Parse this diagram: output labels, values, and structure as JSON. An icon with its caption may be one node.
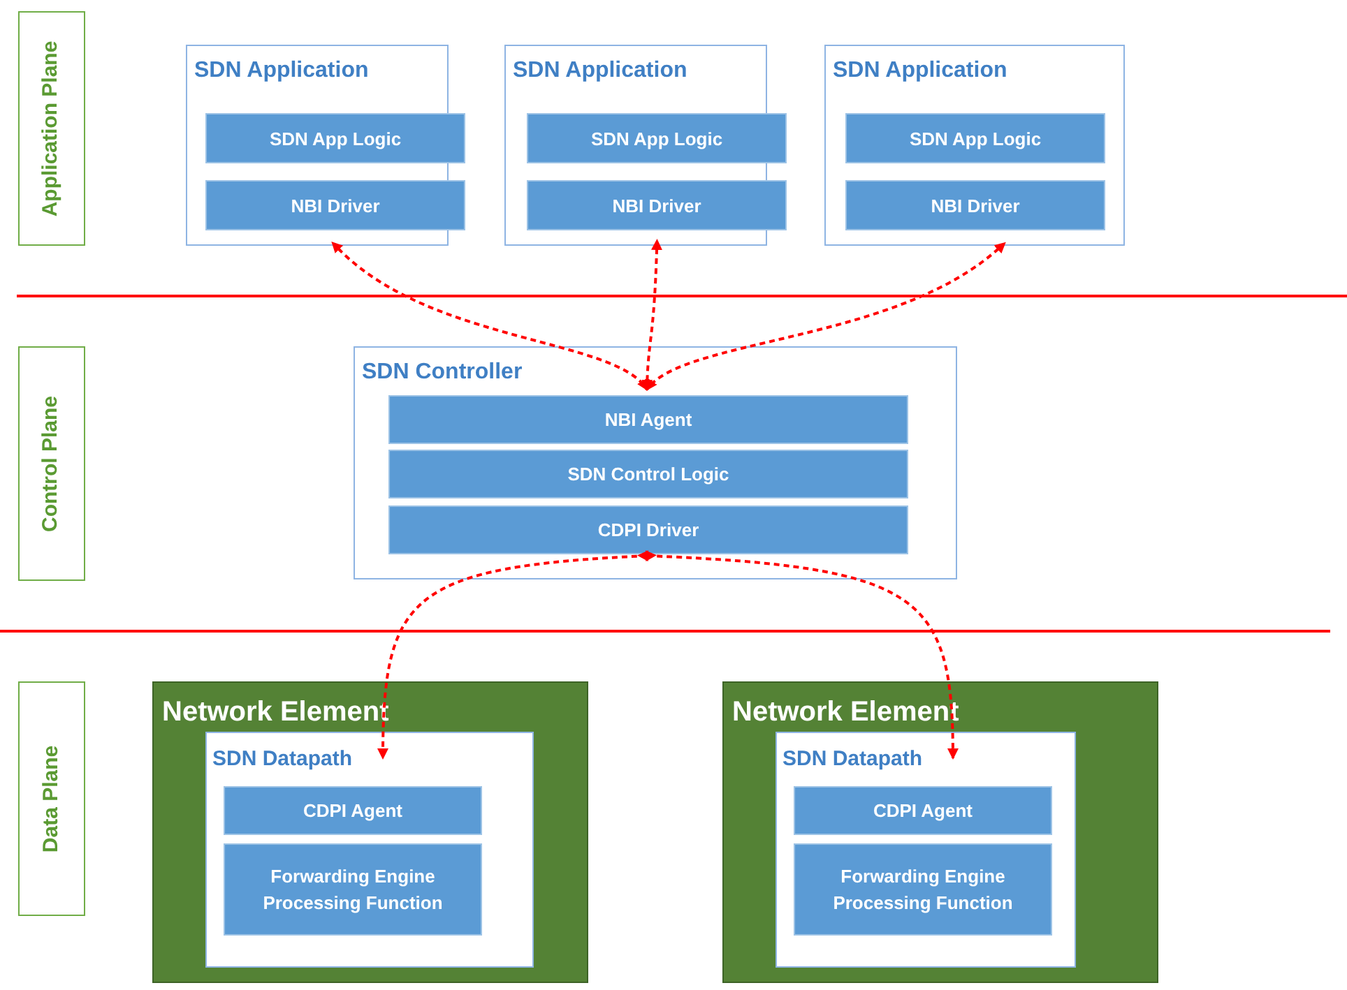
{
  "diagram": {
    "nodes": [
      {
        "text": [
          "Application Plane"
        ]
      },
      {
        "text": [
          "Control Plane"
        ]
      },
      {
        "text": [
          "Data Plane"
        ]
      },
      {
        "text": [
          "SDN Application"
        ]
      },
      {
        "text": [
          "SDN App Logic"
        ],
        "in": 3
      },
      {
        "text": [
          "NBI Driver"
        ],
        "in": 3
      },
      {
        "text": [
          "SDN Application"
        ]
      },
      {
        "text": [
          "SDN App Logic"
        ],
        "in": 6
      },
      {
        "text": [
          "NBI Driver"
        ],
        "in": 6
      },
      {
        "text": [
          "SDN Application"
        ]
      },
      {
        "text": [
          "SDN App Logic"
        ],
        "in": 9
      },
      {
        "text": [
          "NBI Driver"
        ],
        "in": 9
      },
      {
        "text": [
          "SDN Controller"
        ]
      },
      {
        "text": [
          "NBI Agent"
        ],
        "in": 12
      },
      {
        "text": [
          "SDN Control Logic"
        ],
        "in": 12
      },
      {
        "text": [
          "CDPI Driver"
        ],
        "in": 12
      },
      {
        "text": [
          "Network Element"
        ]
      },
      {
        "text": [
          "SDN Datapath"
        ],
        "in": 16
      },
      {
        "text": [
          "CDPI Agent"
        ],
        "in": 17
      },
      {
        "text": [
          "Forwarding Engine Processing Function"
        ],
        "in": 17
      },
      {
        "text": [
          "Network Element"
        ]
      },
      {
        "text": [
          "SDN Datapath"
        ],
        "in": 20
      },
      {
        "text": [
          "CDPI Agent"
        ],
        "in": 21
      },
      {
        "text": [
          "Forwarding Engine Processing Function"
        ],
        "in": 21
      }
    ],
    "edges": [
      {
        "from": 3,
        "to": 13,
        "arrow": "both",
        "style": "dashed",
        "color": "#ff0000"
      },
      {
        "from": 6,
        "to": 13,
        "arrow": "both",
        "style": "dashed",
        "color": "#ff0000"
      },
      {
        "from": 9,
        "to": 13,
        "arrow": "both",
        "style": "dashed",
        "color": "#ff0000"
      },
      {
        "from": 15,
        "to": 17,
        "arrow": "both",
        "style": "dashed",
        "color": "#ff0000"
      },
      {
        "from": 15,
        "to": 21,
        "arrow": "both",
        "style": "dashed",
        "color": "#ff0000"
      }
    ]
  }
}
